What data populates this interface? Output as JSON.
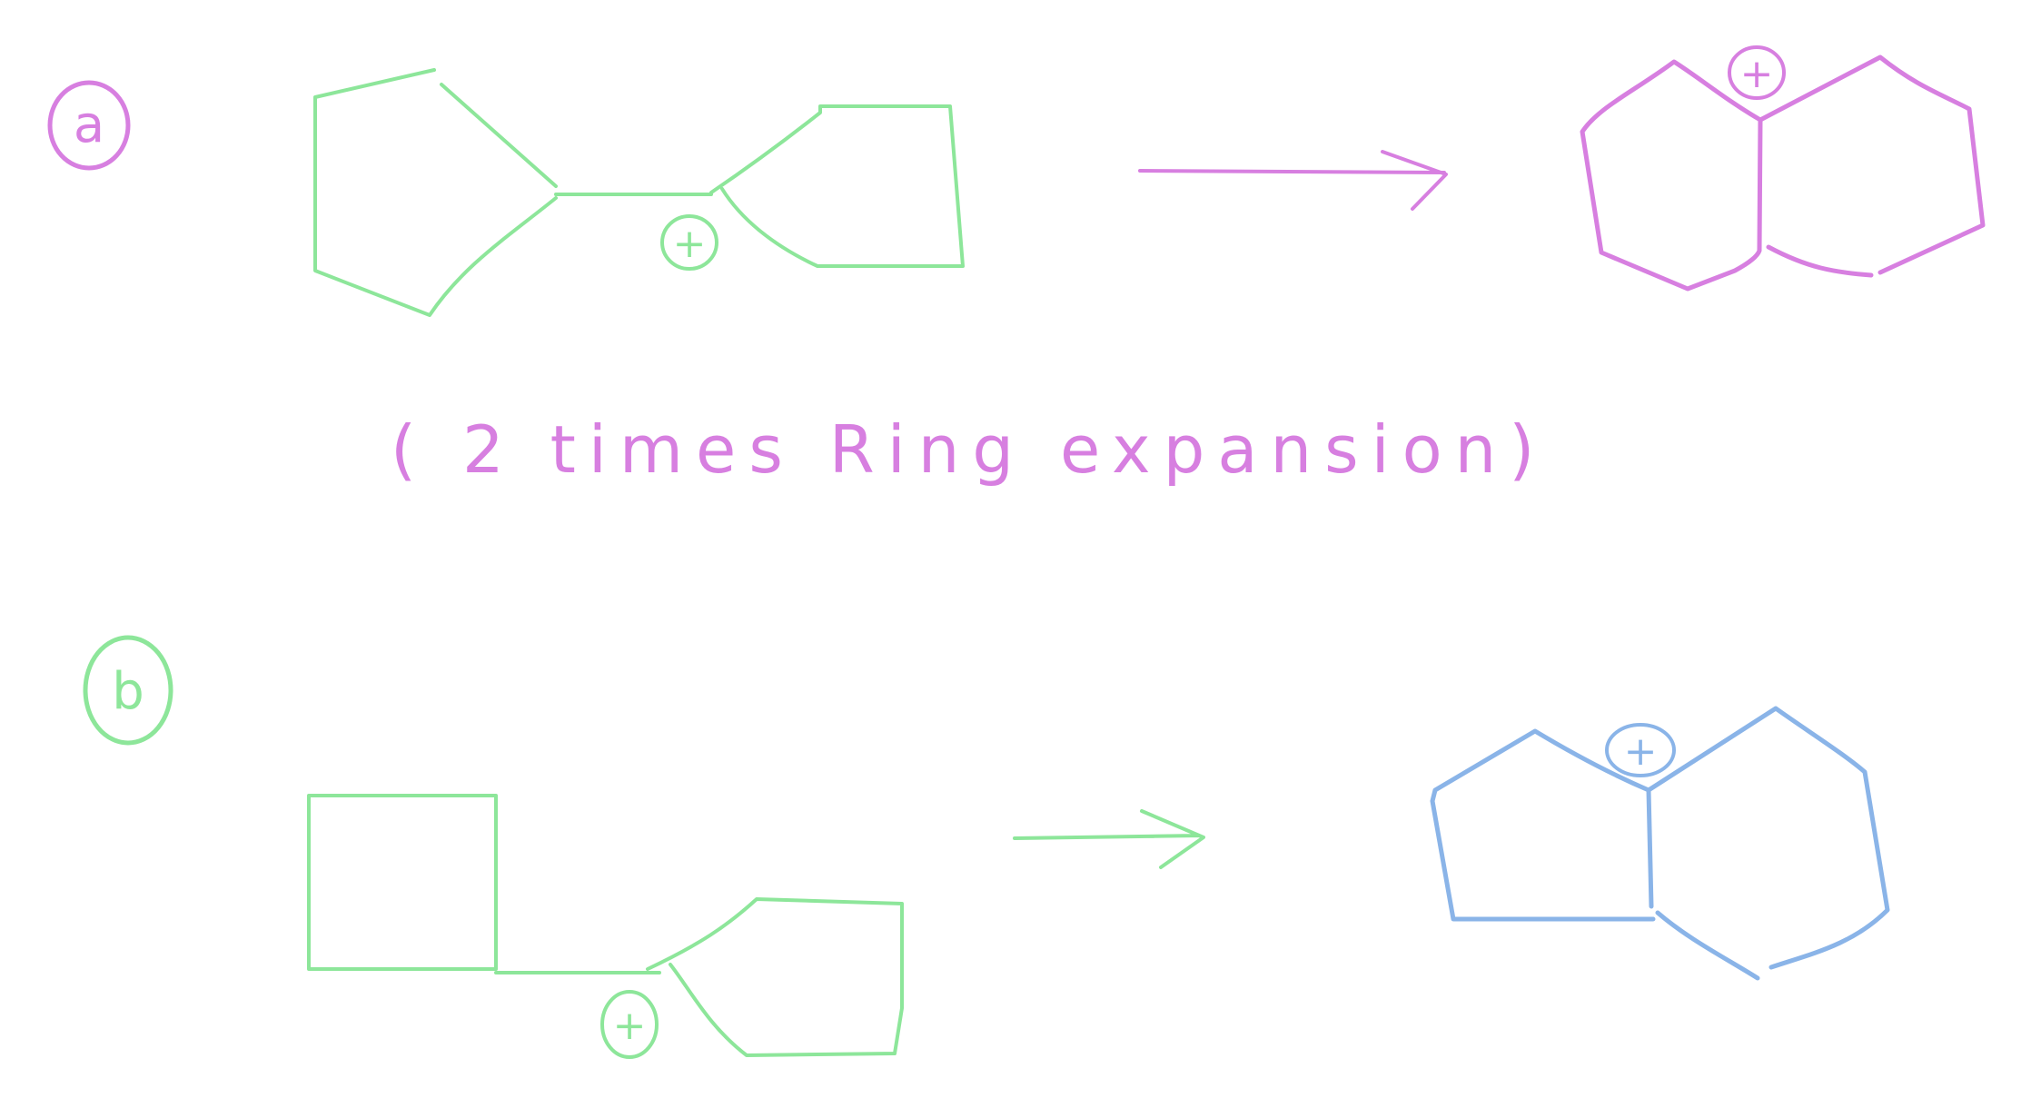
{
  "colors": {
    "pink": "#d77fe0",
    "green": "#8de69a",
    "blue": "#8ab4e8",
    "background": "#ffffff"
  },
  "part_a": {
    "label": "a",
    "charge": "+",
    "product_charge": "+",
    "note": "( 2 times Ring expansion)"
  },
  "part_b": {
    "label": "b",
    "charge": "+",
    "product_charge": "+"
  }
}
